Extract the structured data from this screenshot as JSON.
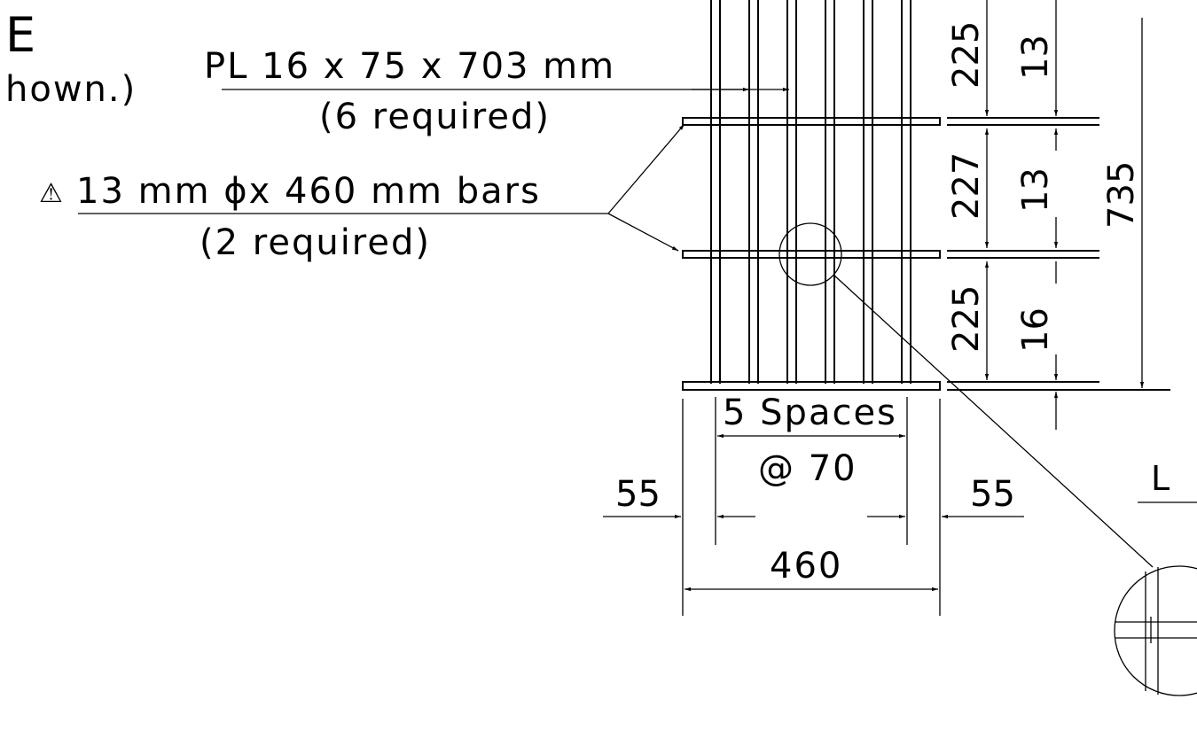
{
  "title_fragment": "E",
  "note_fragment": "hown.)",
  "callouts": {
    "plate": "PL 16 x 75 x 703 mm",
    "plate_qty": "(6 required)",
    "bars_symbol": "⚠",
    "bars": "13 mm ϕx 460 mm bars",
    "bars_qty": "(2 required)"
  },
  "dimensions": {
    "vertical_inner": [
      "225",
      "227",
      "225"
    ],
    "vertical_bar": [
      "13",
      "13",
      "16"
    ],
    "overall_height": "735",
    "spaces_label": "5 Spaces",
    "spaces_at": "@ 70",
    "edge_left": "55",
    "edge_right": "55",
    "overall_width": "460"
  },
  "section_label": "L"
}
